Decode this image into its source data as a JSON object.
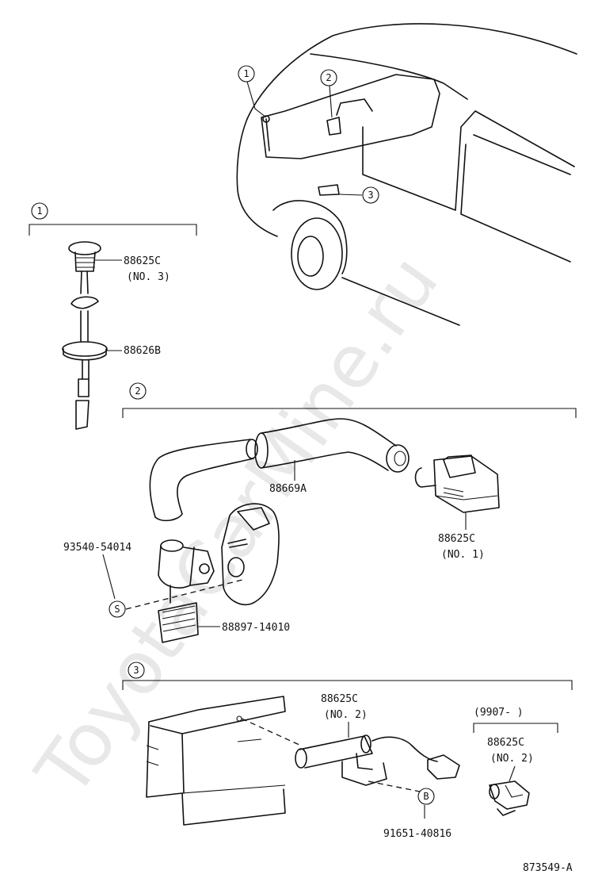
{
  "watermark": "ToyotaCarMine.ru",
  "overview_callouts": [
    "1",
    "2",
    "3"
  ],
  "section1": {
    "number": "1",
    "parts": [
      {
        "part_no": "88625C",
        "note": "(NO. 3)"
      },
      {
        "part_no": "88626B"
      }
    ]
  },
  "section2": {
    "number": "2",
    "parts": [
      {
        "part_no": "88669A"
      },
      {
        "part_no": "88625C",
        "note": "(NO. 1)"
      },
      {
        "part_no": "93540-54014"
      },
      {
        "part_no": "88897-14010"
      }
    ],
    "symbol": "S"
  },
  "section3": {
    "number": "3",
    "parts": [
      {
        "part_no": "88625C",
        "note": "(NO. 2)"
      },
      {
        "part_no": "88625C",
        "note": "(NO. 2)",
        "date_range": "(9907-        )"
      },
      {
        "part_no": "91651-40816"
      }
    ],
    "symbol": "B"
  },
  "figure_id": "873549-A"
}
